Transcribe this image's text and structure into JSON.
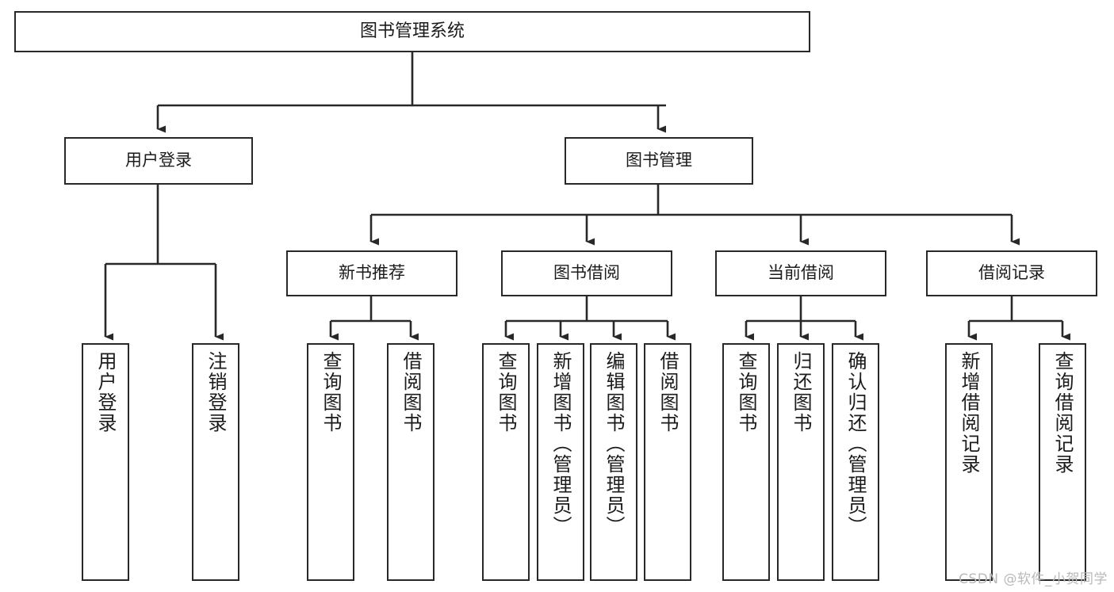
{
  "diagram": {
    "title": "图书管理系统",
    "type": "hierarchy-tree",
    "watermark": "CSDN @软件_小贺同学",
    "colors": {
      "box_border": "#282828",
      "box_fill": "#ffffff",
      "line": "#282828",
      "text": "#1b1b1b",
      "watermark": "#b9b9b9",
      "background": "#ffffff"
    },
    "nodes": {
      "root": {
        "label": "图书管理系统"
      },
      "level2": [
        {
          "id": "user-login",
          "label": "用户登录"
        },
        {
          "id": "book-manage",
          "label": "图书管理"
        }
      ],
      "level3": [
        {
          "id": "new-book-recommend",
          "label": "新书推荐"
        },
        {
          "id": "book-borrow",
          "label": "图书借阅"
        },
        {
          "id": "current-borrow",
          "label": "当前借阅"
        },
        {
          "id": "borrow-record",
          "label": "借阅记录"
        }
      ],
      "leaves": {
        "user-login": [
          {
            "id": "leaf-user-login",
            "label": "用户登录"
          },
          {
            "id": "leaf-logout",
            "label": "注销登录"
          }
        ],
        "new-book-recommend": [
          {
            "id": "leaf-query-book-1",
            "label": "查询图书"
          },
          {
            "id": "leaf-borrow-book-1",
            "label": "借阅图书"
          }
        ],
        "book-borrow": [
          {
            "id": "leaf-query-book-2",
            "label": "查询图书"
          },
          {
            "id": "leaf-add-book",
            "label": "新增图书（管理员）"
          },
          {
            "id": "leaf-edit-book",
            "label": "编辑图书（管理员）"
          },
          {
            "id": "leaf-borrow-book-2",
            "label": "借阅图书"
          }
        ],
        "current-borrow": [
          {
            "id": "leaf-query-book-3",
            "label": "查询图书"
          },
          {
            "id": "leaf-return-book",
            "label": "归还图书"
          },
          {
            "id": "leaf-confirm-return",
            "label": "确认归还（管理员）"
          }
        ],
        "borrow-record": [
          {
            "id": "leaf-add-record",
            "label": "新增借阅记录"
          },
          {
            "id": "leaf-query-record",
            "label": "查询借阅记录"
          }
        ]
      }
    }
  }
}
